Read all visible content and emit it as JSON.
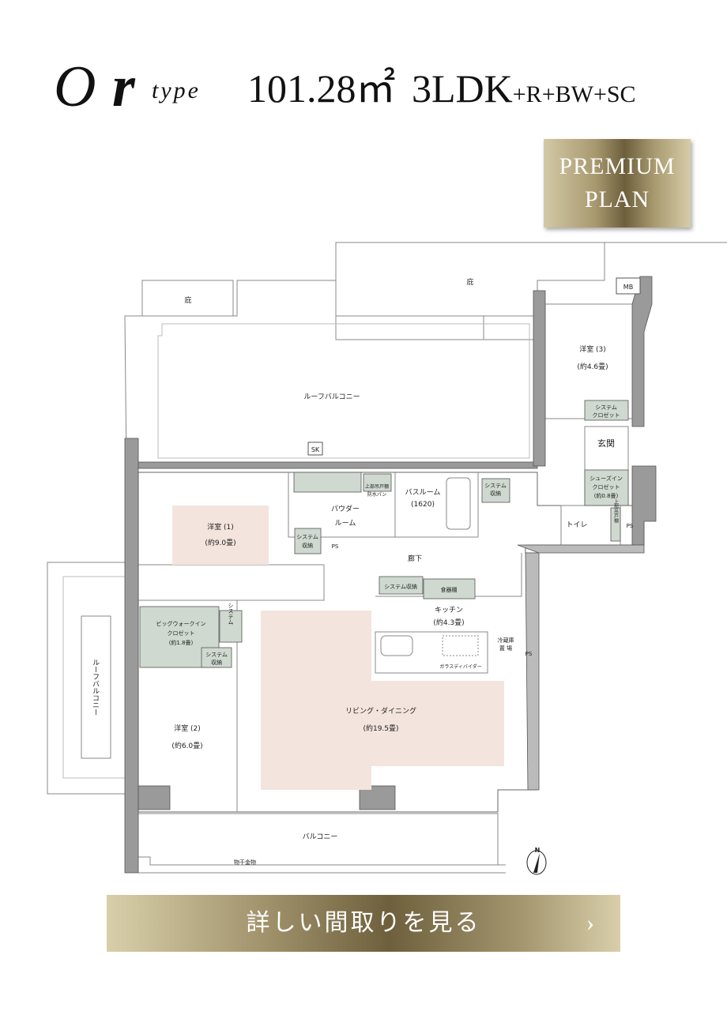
{
  "header": {
    "type_letter_1": "O",
    "type_letter_2": "r",
    "type_word": "type",
    "area": "101.28㎡",
    "layout_main": "3LDK",
    "layout_extra": "+R+BW+SC"
  },
  "badge": {
    "line1": "PREMIUM",
    "line2": "PLAN"
  },
  "floorplan": {
    "eave_left": "庇",
    "eave_right": "庇",
    "roof_balcony_top": "ルーフバルコニー",
    "roof_balcony_left": "ルーフバルコニー",
    "sk": "SK",
    "mb": "MB",
    "room3_name": "洋室 (3)",
    "room3_size": "(約4.6畳)",
    "room3_closet_1": "システム",
    "room3_closet_2": "クロゼット",
    "entrance": "玄関",
    "shoe_closet_1": "シューズイン",
    "shoe_closet_2": "クロゼット",
    "shoe_closet_3": "(約0.8畳)",
    "toilet": "トイレ",
    "toilet_cabinet": "上部吊戸棚",
    "ps": "PS",
    "room1_name": "洋室 (1)",
    "room1_size": "(約9.0畳)",
    "powder_1": "パウダー",
    "powder_2": "ルーム",
    "storage_1": "システム",
    "storage_2": "収納",
    "powder_cabinet": "上部吊戸棚",
    "waterproof_pan": "防水パン",
    "bath_name": "バスルーム",
    "bath_size": "(1620)",
    "hallway": "廊下",
    "hall_storage": "システム収納",
    "cupboard": "食器棚",
    "kitchen_name": "キッチン",
    "kitchen_size": "(約4.3畳)",
    "fridge_1": "冷蔵庫",
    "fridge_2": "置 場",
    "glass_divider": "ガラスディバイダー",
    "wic_1": "ビッグウォークイン",
    "wic_2": "クロゼット",
    "wic_3": "(約1.8畳)",
    "ld_name": "リビング・ダイニング",
    "ld_size": "(約19.5畳)",
    "room2_name": "洋室 (2)",
    "room2_size": "(約6.0畳)",
    "balcony": "バルコニー",
    "drying_hardware": "物干金物",
    "north": "N"
  },
  "cta": {
    "label": "詳しい間取りを見る",
    "chevron": "›"
  },
  "colors": {
    "gold_dark": "#6e603c",
    "gold_light": "#d8cfaa",
    "pink": "#f3e4dd",
    "storage_green": "#cfd9cf",
    "wall_gray": "#9a9a9a"
  }
}
